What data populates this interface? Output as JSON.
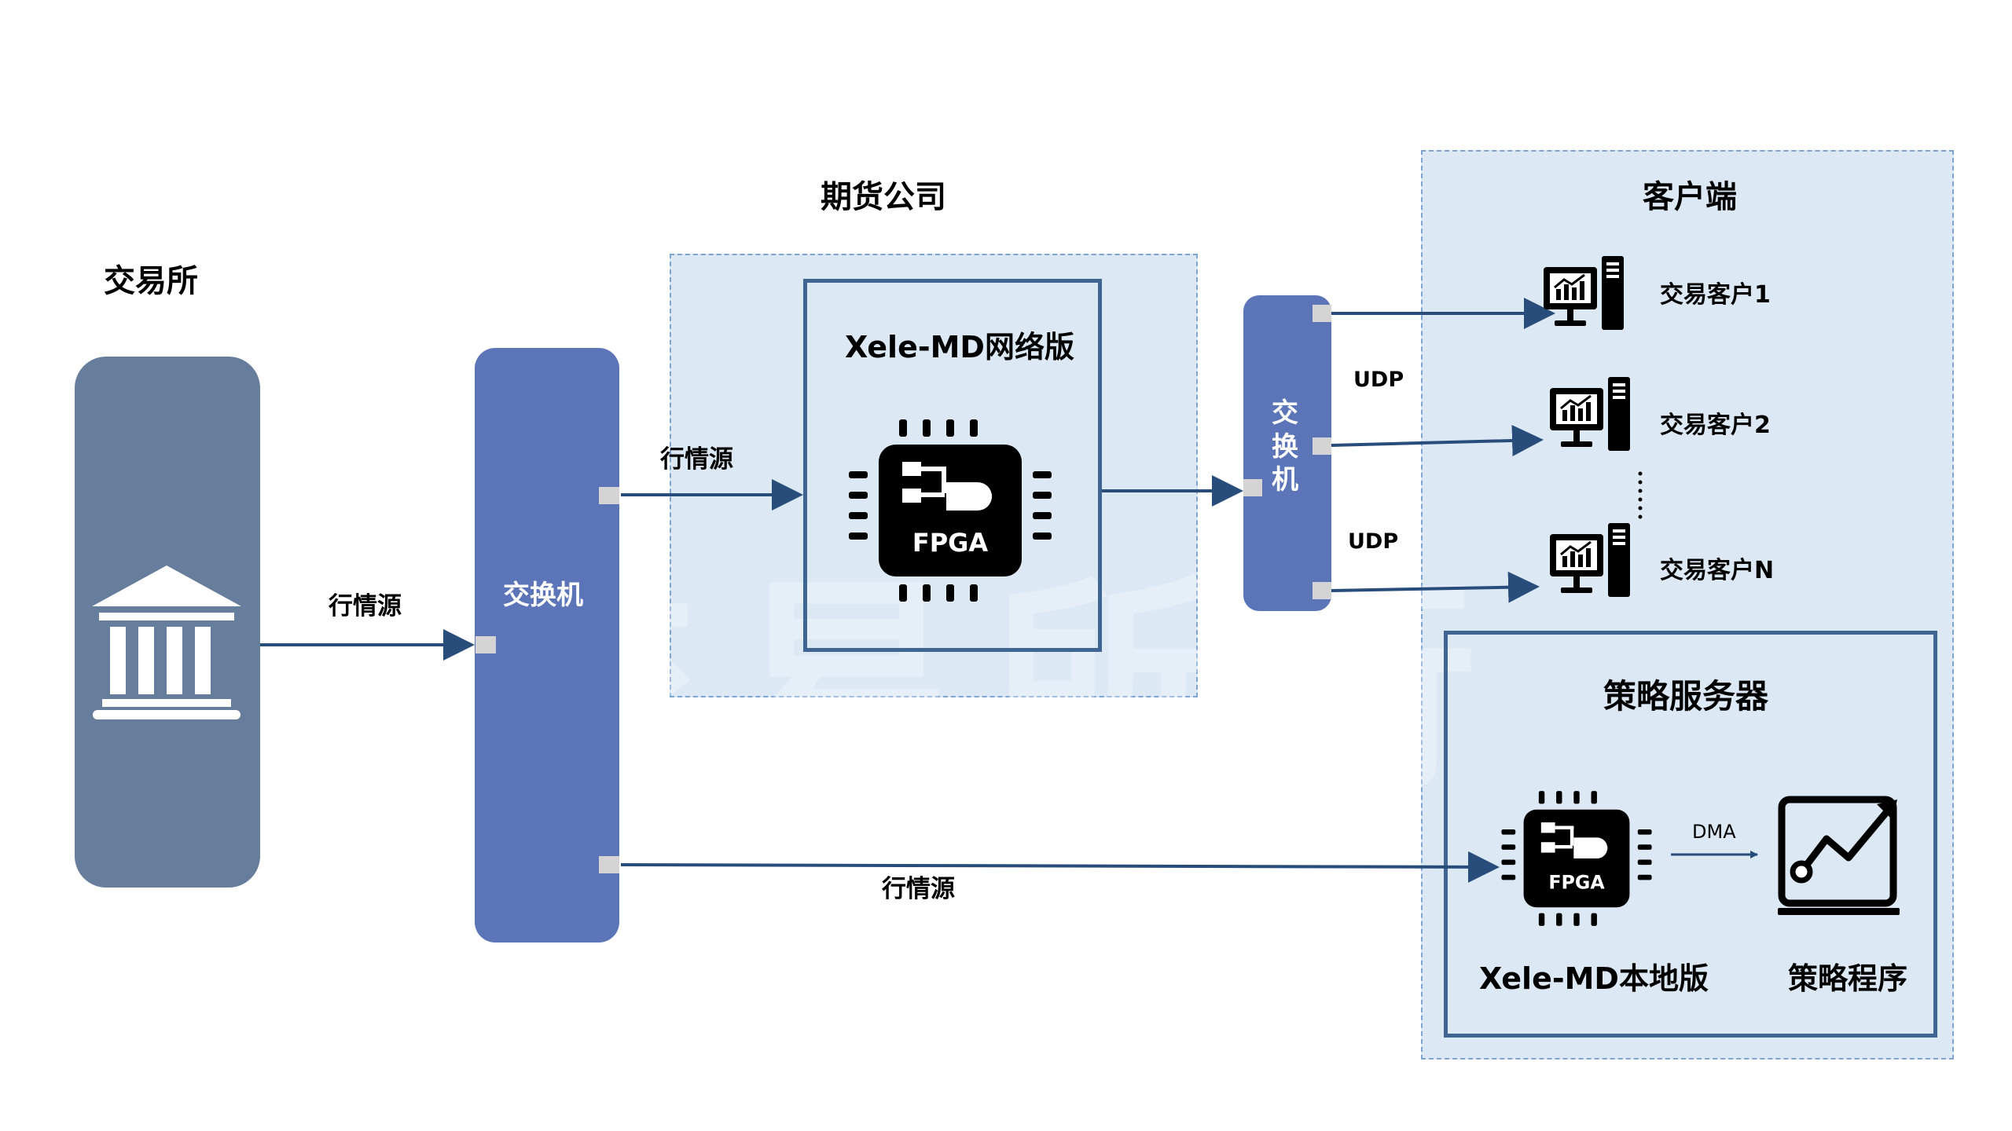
{
  "colors": {
    "exchange_fill": "#667d9b",
    "switch_fill": "#5c74b8",
    "region_fill": "#dde8f5",
    "region_border": "#7ea4cf",
    "box_border": "#3f6592",
    "arrow": "#284d7a",
    "port": "#d4d4d4",
    "chip": "#000000"
  },
  "exchange": {
    "title": "交易所",
    "icon": "bank-icon"
  },
  "switch_main": {
    "label": "交换机"
  },
  "futures": {
    "title": "期货公司",
    "product": "Xele-MD网络版",
    "chip_text": "FPGA"
  },
  "switch_small": {
    "label": "交\n换\n机"
  },
  "client": {
    "title": "客户端",
    "items": [
      {
        "label": "交易客户1",
        "icon": "computer-chart-icon"
      },
      {
        "label": "交易客户2",
        "icon": "computer-chart-icon"
      },
      {
        "label": "交易客户N",
        "icon": "computer-chart-icon"
      }
    ],
    "ellipsis": "vertical-dots"
  },
  "strategy_server": {
    "title": "策略服务器",
    "product": "Xele-MD本地版",
    "chip_text": "FPGA",
    "program": "策略程序",
    "program_icon": "line-chart-icon"
  },
  "links": {
    "exchange_to_switch": "行情源",
    "switch_to_futures": "行情源",
    "switch_to_server": "行情源",
    "udp_top": "UDP",
    "udp_bottom": "UDP",
    "dma": "DMA"
  }
}
